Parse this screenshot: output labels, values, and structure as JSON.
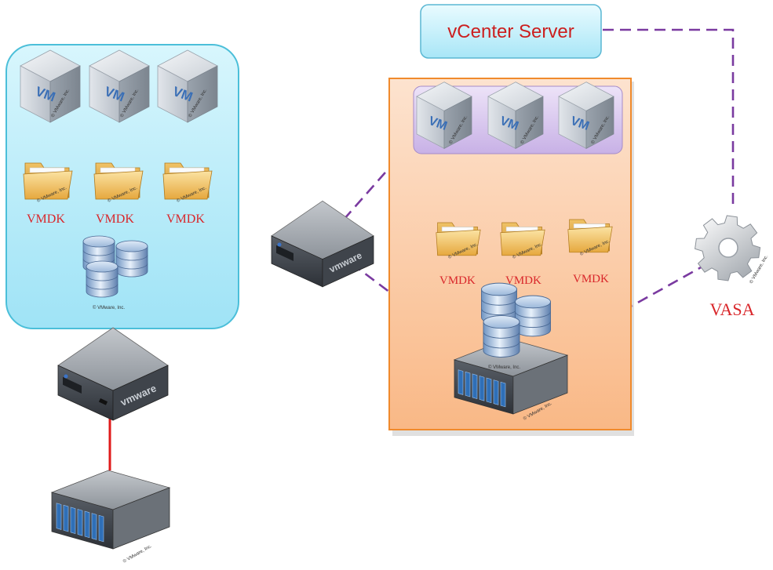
{
  "vcenter": {
    "label": "vCenter Server"
  },
  "vasa": {
    "label": "VASA",
    "copyright": "© VMware, Inc."
  },
  "left_group": {
    "vms": [
      {
        "label": "VM",
        "copyright": "© VMware, Inc."
      },
      {
        "label": "VM",
        "copyright": "© VMware, Inc."
      },
      {
        "label": "VM",
        "copyright": "© VMware, Inc."
      }
    ],
    "vmdk_labels": [
      "VMDK",
      "VMDK",
      "VMDK"
    ],
    "folder_copyright": "© VMware, Inc.",
    "datastore_copyright": "© VMware, Inc."
  },
  "right_group": {
    "vms": [
      {
        "label": "VM",
        "copyright": "© VMware, Inc."
      },
      {
        "label": "VM",
        "copyright": "© VMware, Inc."
      },
      {
        "label": "VM",
        "copyright": "© VMware, Inc."
      }
    ],
    "vmdk_labels": [
      "VMDK",
      "VMDK",
      "VMDK"
    ],
    "folder_copyright": "© VMware, Inc.",
    "datastore_copyright": "© VMware, Inc.",
    "storage_copyright": "© VMware, Inc."
  },
  "hosts": {
    "left_host_brand": "vmware",
    "middle_host_brand": "vmware"
  },
  "left_storage_copyright": "© VMware, Inc.",
  "colors": {
    "left_panel_fill": "#bdeefb",
    "left_panel_stroke": "#4bbfd9",
    "right_panel_fill": "#fbc9a1",
    "right_panel_stroke": "#f08a2c",
    "vm_row_fill": "#d9c6ef",
    "vcenter_fill": "#c6f0fb",
    "link_red": "#e01b1b",
    "link_dashed": "#7a3aa0",
    "label_red": "#d9262a"
  }
}
